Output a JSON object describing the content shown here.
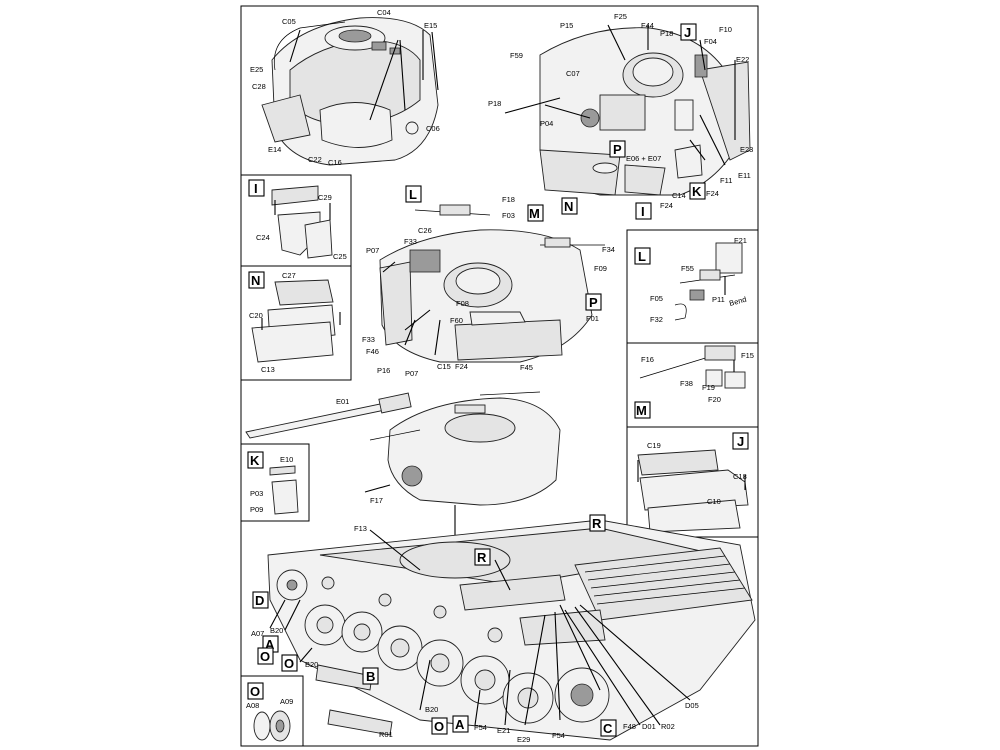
{
  "sheet": {
    "labels": {
      "t1_C05": "C05",
      "t1_C04": "C04",
      "t1_E15": "E15",
      "t1_E25": "E25",
      "t1_C28": "C28",
      "t1_E14": "E14",
      "t1_C22": "C22",
      "t1_C16": "C16",
      "t1_C06": "C06",
      "t2_P15": "P15",
      "t2_F25": "F25",
      "t2_F44": "F44",
      "t2_P18a": "P18",
      "t2_F10": "F10",
      "t2_F04": "F04",
      "t2_E22": "E22",
      "t2_F59": "F59",
      "t2_C07": "C07",
      "t2_P18b": "P18",
      "t2_P04": "P04",
      "t2_E06E07": "E06 + E07",
      "t2_E23": "E23",
      "t2_F11": "F11",
      "t2_E11": "E11",
      "t2_C14": "C14",
      "t2_F24a": "F24",
      "t2_F24b": "F24",
      "i_C29": "C29",
      "i_C24": "C24",
      "i_C25": "C25",
      "n_C27": "C27",
      "n_C20": "C20",
      "n_C13": "C13",
      "t3_F18": "F18",
      "t3_F03": "F03",
      "t3_C26": "C26",
      "t3_F34": "F34",
      "t3_P07a": "P07",
      "t3_F33a": "F33",
      "t3_F09": "F09",
      "t3_F08": "F08",
      "t3_F60": "F60",
      "t3_F01": "F01",
      "t3_F33b": "F33",
      "t3_F46": "F46",
      "t3_P16": "P16",
      "t3_P07b": "P07",
      "t3_C15": "C15",
      "t3_F24": "F24",
      "t3_F45": "F45",
      "l_F21": "F21",
      "l_F55": "F55",
      "l_F05": "F05",
      "l_P11": "P11",
      "l_Bend": "Bend",
      "l_F32": "F32",
      "m_F16": "F16",
      "m_F15": "F15",
      "m_F38": "F38",
      "m_F19": "F19",
      "m_F20": "F20",
      "j_C19": "C19",
      "j_C18": "C18",
      "j_C10": "C10",
      "k_E10": "E10",
      "k_P03": "P03",
      "k_P09": "P09",
      "g_E01": "E01",
      "g_F17": "F17",
      "h_F13": "F13",
      "h_A07": "A07",
      "h_B20a": "B20",
      "h_B20b": "B20",
      "h_B20c": "B20",
      "h_F54a": "F54",
      "h_E21": "E21",
      "h_E29": "E29",
      "h_F54b": "F54",
      "h_R01": "R01",
      "h_F48": "F48",
      "h_D01": "D01",
      "h_R02": "R02",
      "h_D05": "D05",
      "o_A08": "A08",
      "o_A09": "A09"
    },
    "callouts": {
      "J": "J",
      "P1": "P",
      "K": "K",
      "N1": "N",
      "I1": "I",
      "boxI": "I",
      "boxN": "N",
      "L1": "L",
      "M1": "M",
      "P2": "P",
      "boxL": "L",
      "boxM": "M",
      "boxJ": "J",
      "boxK": "K",
      "R1": "R",
      "R2": "R",
      "D": "D",
      "A1": "A",
      "O1": "O",
      "O2": "O",
      "B": "B",
      "boxO": "O",
      "O3": "O",
      "A2": "A",
      "C": "C"
    }
  }
}
